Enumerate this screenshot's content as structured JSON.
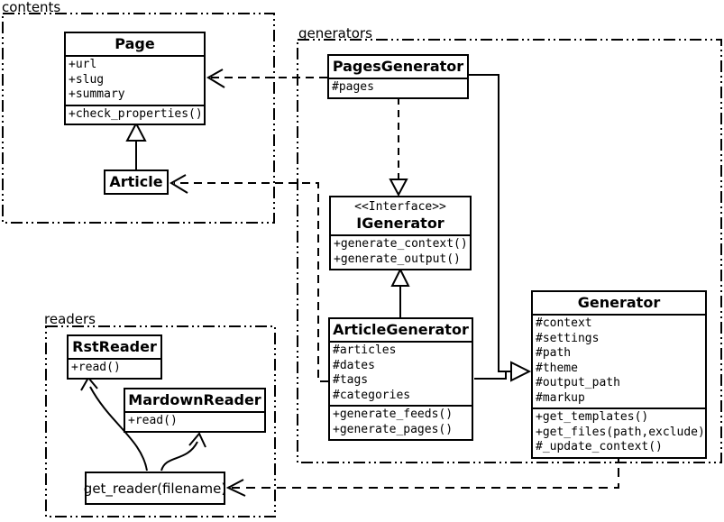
{
  "diagram": {
    "kind": "uml-class-diagram",
    "background_color": "#ffffff",
    "line_color": "#000000"
  },
  "packages": {
    "contents": {
      "label": "contents"
    },
    "generators": {
      "label": "generators"
    },
    "readers": {
      "label": "readers"
    }
  },
  "classes": {
    "page": {
      "name": "Page",
      "attributes": [
        "+url",
        "+slug",
        "+summary"
      ],
      "methods": [
        "+check_properties()"
      ]
    },
    "article": {
      "name": "Article"
    },
    "pages_generator": {
      "name": "PagesGenerator",
      "attributes": [
        "#pages"
      ]
    },
    "igenerator": {
      "stereotype": "<<Interface>>",
      "name": "IGenerator",
      "methods": [
        "+generate_context()",
        "+generate_output()"
      ]
    },
    "article_generator": {
      "name": "ArticleGenerator",
      "attributes": [
        "#articles",
        "#dates",
        "#tags",
        "#categories"
      ],
      "methods": [
        "+generate_feeds()",
        "+generate_pages()"
      ]
    },
    "generator": {
      "name": "Generator",
      "attributes": [
        "#context",
        "#settings",
        "#path",
        "#theme",
        "#output_path",
        "#markup"
      ],
      "methods": [
        "+get_templates()",
        "+get_files(path,exclude)",
        "#_update_context()"
      ]
    },
    "rst_reader": {
      "name": "RstReader",
      "methods": [
        "+read()"
      ]
    },
    "mardown_reader": {
      "name": "MardownReader",
      "methods": [
        "+read()"
      ]
    },
    "get_reader": {
      "label": "get_reader(filename)"
    }
  },
  "relations": [
    {
      "name": "article-extends-page",
      "type": "inheritance",
      "style": "solid"
    },
    {
      "name": "pagesgenerator-implements-igenerator",
      "type": "realization",
      "style": "dashed"
    },
    {
      "name": "articlegenerator-extends-igenerator",
      "type": "inheritance",
      "style": "solid"
    },
    {
      "name": "pagesgenerator-extends-generator",
      "type": "inheritance",
      "style": "solid"
    },
    {
      "name": "articlegenerator-extends-generator",
      "type": "inheritance",
      "style": "solid"
    },
    {
      "name": "pagesgenerator-depends-page",
      "type": "dependency",
      "style": "dashed"
    },
    {
      "name": "articlegenerator-depends-article",
      "type": "dependency",
      "style": "dashed"
    },
    {
      "name": "generator-depends-getreader",
      "type": "dependency",
      "style": "dashed"
    },
    {
      "name": "getreader-to-rstreader",
      "type": "association",
      "style": "solid-curve"
    },
    {
      "name": "getreader-to-mardownreader",
      "type": "association",
      "style": "solid-curve"
    }
  ]
}
